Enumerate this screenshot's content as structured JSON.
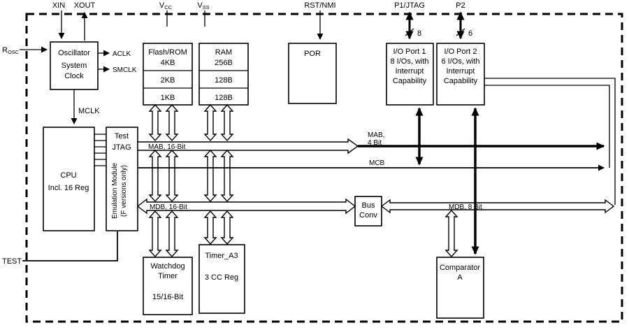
{
  "colors": {
    "line": "#000000",
    "background": "#ffffff"
  },
  "diagram": {
    "pins": {
      "rosc_base": "R",
      "rosc_sub": "OSC",
      "xin": "XIN",
      "xout": "XOUT",
      "vcc_base": "V",
      "vcc_sub": "CC",
      "vss_base": "V",
      "vss_sub": "SS",
      "rst_nmi": "RST/NMI",
      "p1_jtag": "P1/JTAG",
      "p2": "P2",
      "p1_bus_width": "8",
      "p2_bus_width": "6",
      "test": "TEST"
    },
    "clock_signals": {
      "aclk": "ACLK",
      "smclk": "SMCLK",
      "mclk": "MCLK"
    },
    "buses": {
      "mab16": "MAB, 16-Bit",
      "mab4_line1": "MAB,",
      "mab4_line2": "4 Bit",
      "mcb": "MCB",
      "mdb16": "MDB, 16-Bit",
      "mdb8": "MDB, 8 Bit"
    },
    "blocks": {
      "oscillator": {
        "lines": [
          "Oscillator",
          "System",
          "Clock"
        ]
      },
      "flash": {
        "lines": [
          "Flash/ROM",
          "4KB",
          "2KB",
          "1KB"
        ]
      },
      "ram": {
        "lines": [
          "RAM",
          "256B",
          "128B",
          "128B"
        ]
      },
      "por": {
        "label": "POR"
      },
      "io_port1": {
        "lines": [
          "I/O Port 1",
          "8 I/Os, with",
          "Interrupt",
          "Capability"
        ]
      },
      "io_port2": {
        "lines": [
          "I/O Port 2",
          "6 I/Os, with",
          "Interrupt",
          "Capability"
        ]
      },
      "cpu": {
        "lines": [
          "CPU",
          "Incl. 16 Reg"
        ]
      },
      "test_jtag": {
        "lines": [
          "Test",
          "JTAG"
        ],
        "rotated_lines": [
          "Emulation Module",
          "(F versions only)"
        ]
      },
      "bus_conv": {
        "lines": [
          "Bus",
          "Conv"
        ]
      },
      "watchdog": {
        "lines": [
          "Watchdog",
          "Timer",
          "15/16-Bit"
        ]
      },
      "timer_a3": {
        "lines": [
          "Timer_A3",
          "3 CC Reg"
        ]
      },
      "comparator_a": {
        "lines": [
          "Comparator",
          "A"
        ]
      }
    }
  }
}
